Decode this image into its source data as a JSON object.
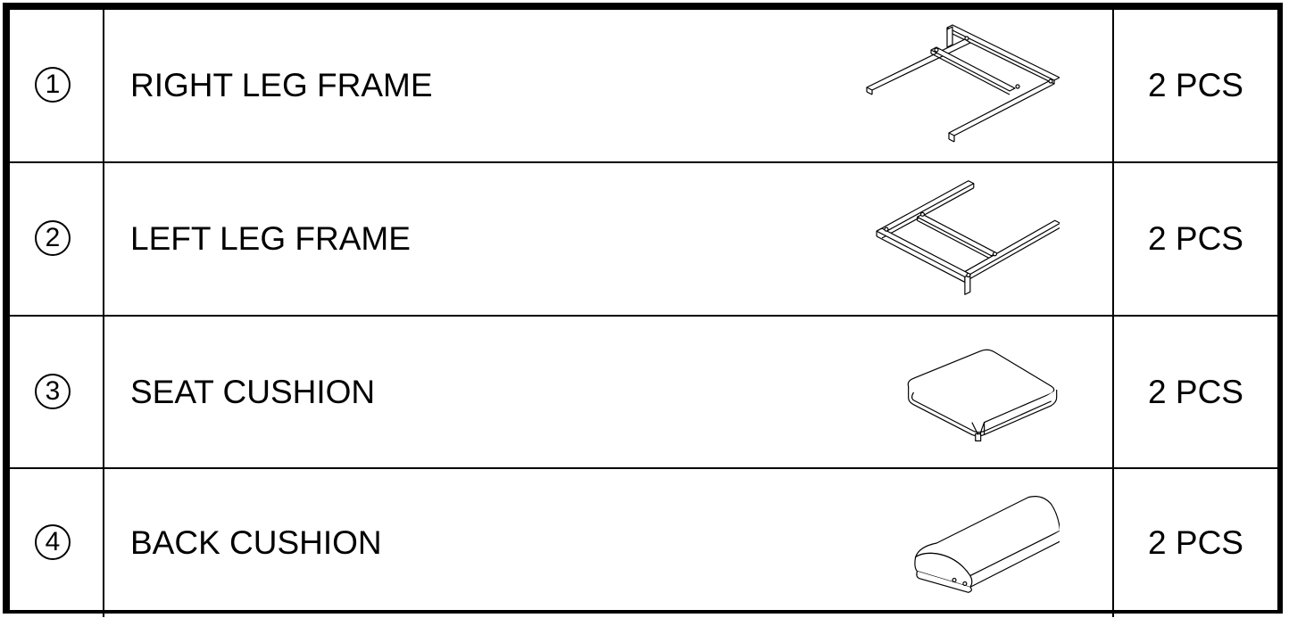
{
  "parts": [
    {
      "number": "1",
      "name": "RIGHT LEG FRAME",
      "quantity": "2 PCS",
      "icon": "right-leg-frame-icon"
    },
    {
      "number": "2",
      "name": "LEFT LEG FRAME",
      "quantity": "2 PCS",
      "icon": "left-leg-frame-icon"
    },
    {
      "number": "3",
      "name": "SEAT CUSHION",
      "quantity": "2 PCS",
      "icon": "seat-cushion-icon"
    },
    {
      "number": "4",
      "name": "BACK CUSHION",
      "quantity": "2 PCS",
      "icon": "back-cushion-icon"
    }
  ],
  "colors": {
    "line": "#000000",
    "background": "#ffffff"
  }
}
